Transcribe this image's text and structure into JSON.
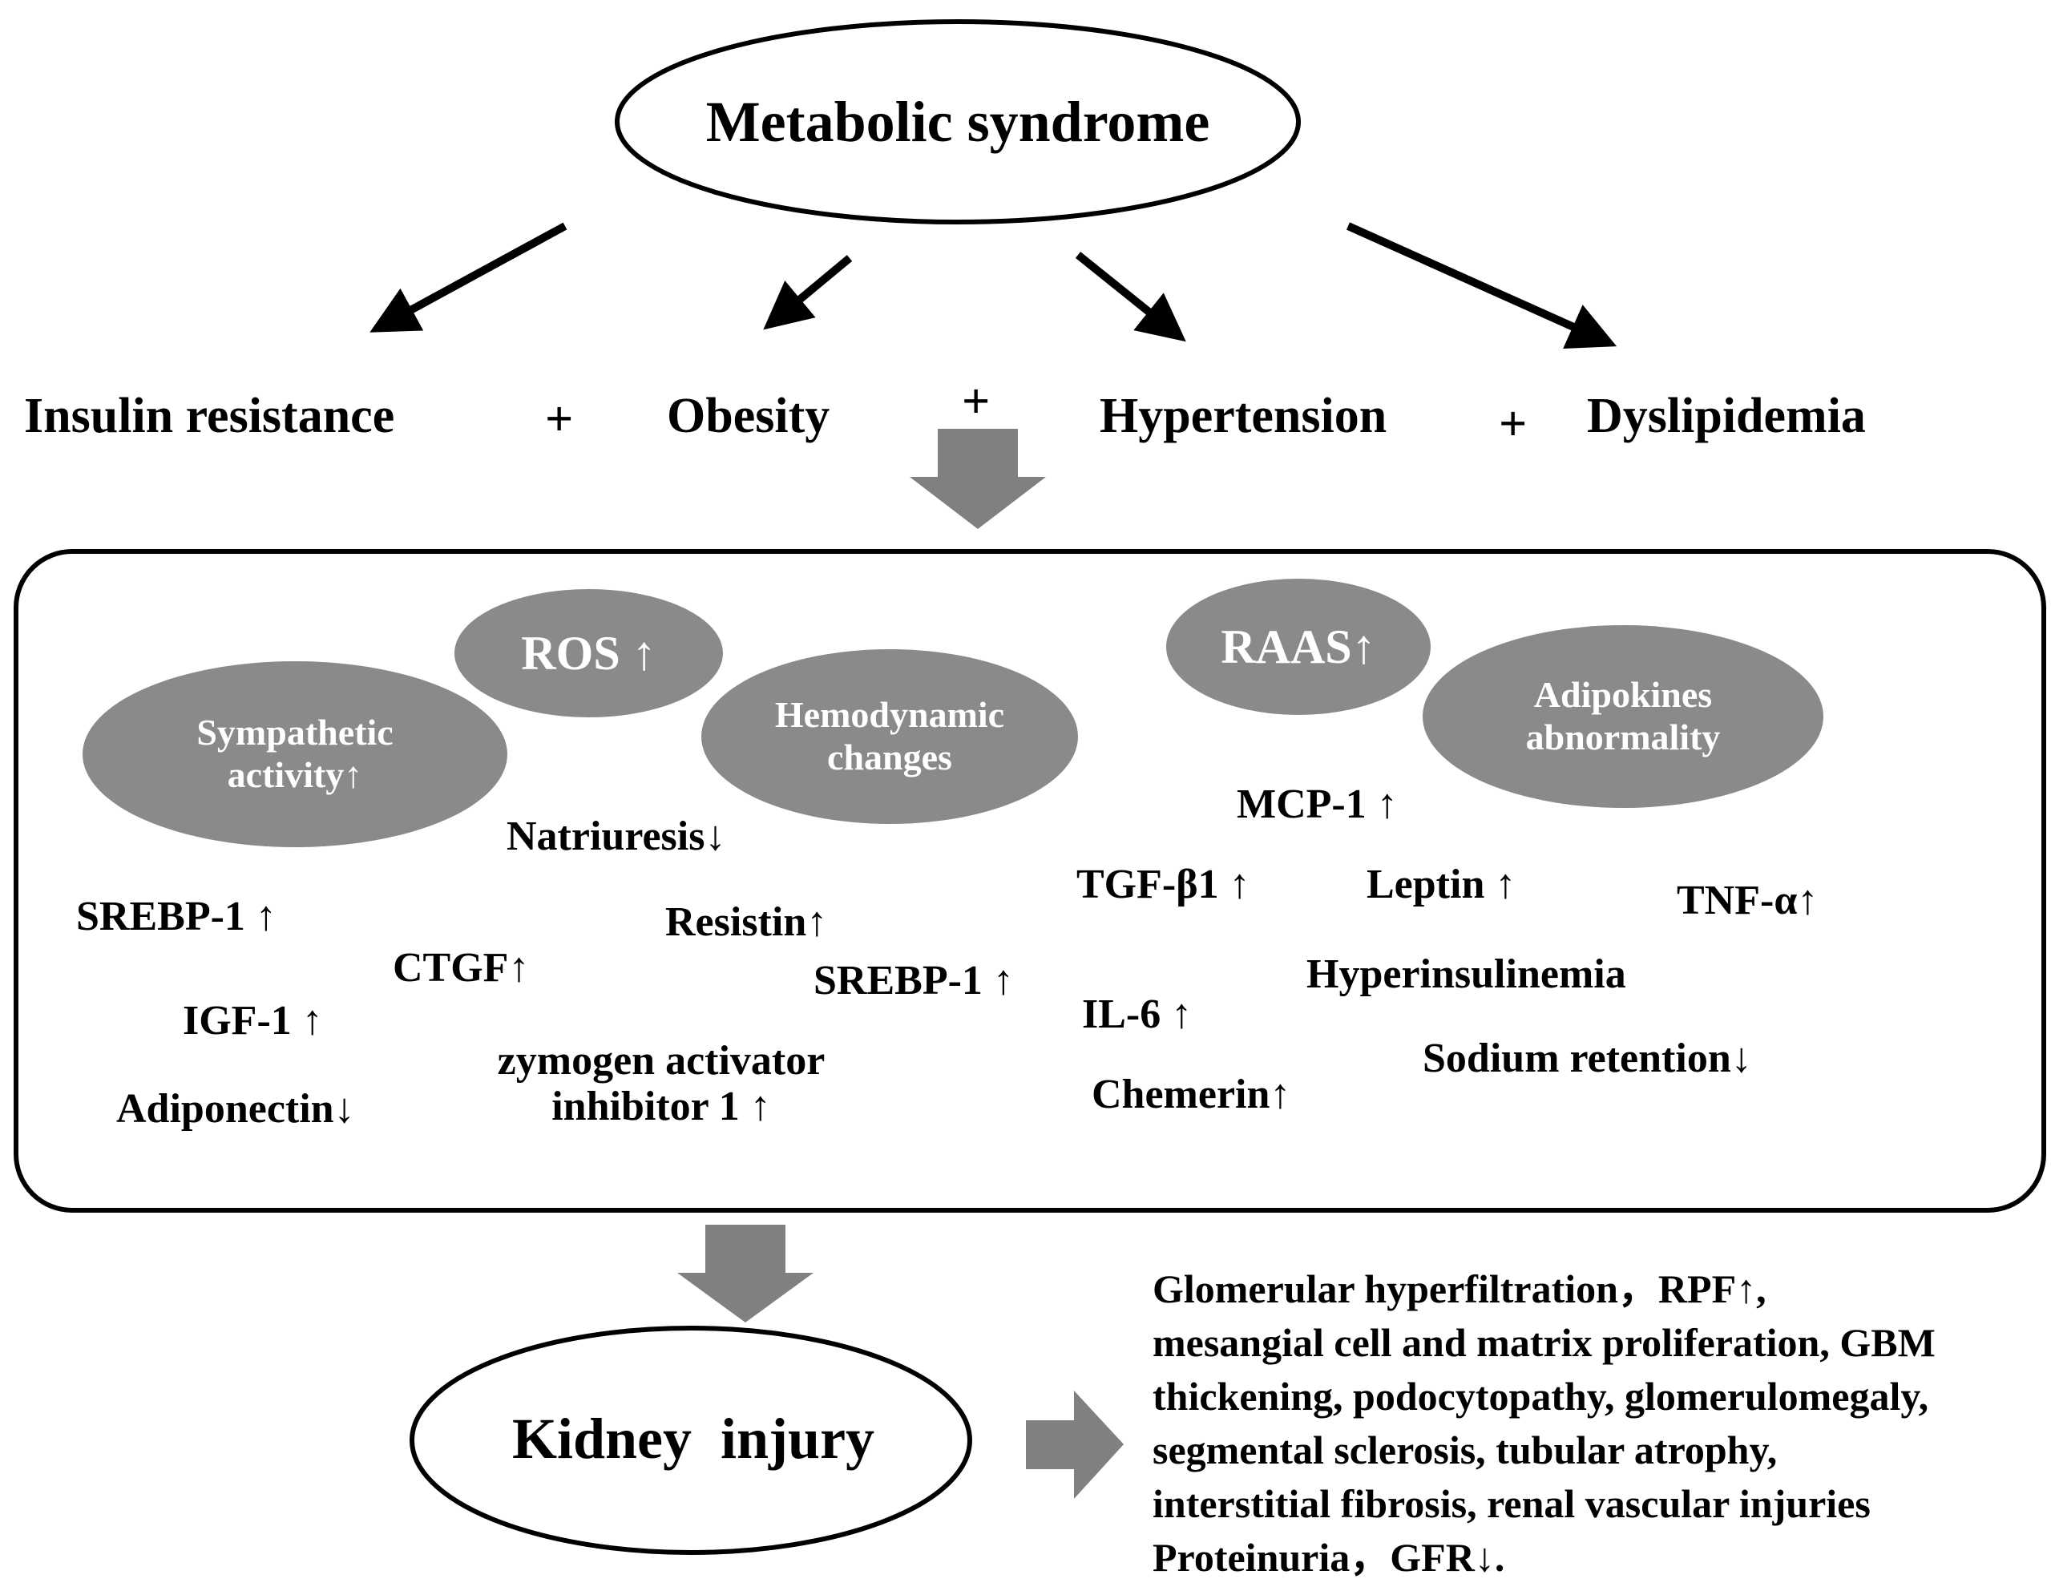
{
  "title": "Metabolic syndrome",
  "components": {
    "items": [
      "Insulin resistance",
      "Obesity",
      "Hypertension",
      "Dyslipidemia"
    ],
    "plus": "+"
  },
  "mechanisms": {
    "ros": "ROS",
    "raas": "RAAS",
    "sympathetic_line1": "Sympathetic",
    "sympathetic_line2": "activity",
    "hemodynamic_line1": "Hemodynamic",
    "hemodynamic_line2": "changes",
    "adipokines_line1": "Adipokines",
    "adipokines_line2": "abnormality"
  },
  "factors": {
    "natriuresis": "Natriuresis",
    "mcp1": "MCP-1",
    "srebp1_left": "SREBP-1",
    "tgfb1": "TGF-β1",
    "leptin": "Leptin",
    "tnfa": "TNF-α",
    "resistin": "Resistin",
    "ctgf": "CTGF",
    "srebp1_mid": "SREBP-1",
    "hyperinsulinemia": "Hyperinsulinemia",
    "igf1": "IGF-1",
    "il6": "IL-6",
    "zymogen_line1": "zymogen activator",
    "zymogen_line2": "inhibitor 1",
    "sodium_retention": "Sodium retention",
    "adiponectin": "Adiponectin",
    "chemerin": "Chemerin"
  },
  "outcome": {
    "label": "Kidney  injury",
    "lines": [
      "Glomerular hyperfiltration，RPF",
      "mesangial cell and matrix proliferation, GBM",
      "thickening, podocytopathy, glomerulomegaly,",
      "segmental sclerosis, tubular atrophy,",
      "interstitial fibrosis, renal vascular injuries",
      "Proteinuria，GFR"
    ],
    "line1_suffix": ",",
    "line6_suffix": "."
  },
  "colors": {
    "oval_fill": "#8a8a8a",
    "arrow_fill": "#808080",
    "stroke": "#000000",
    "oval_text": "#ffffff"
  }
}
